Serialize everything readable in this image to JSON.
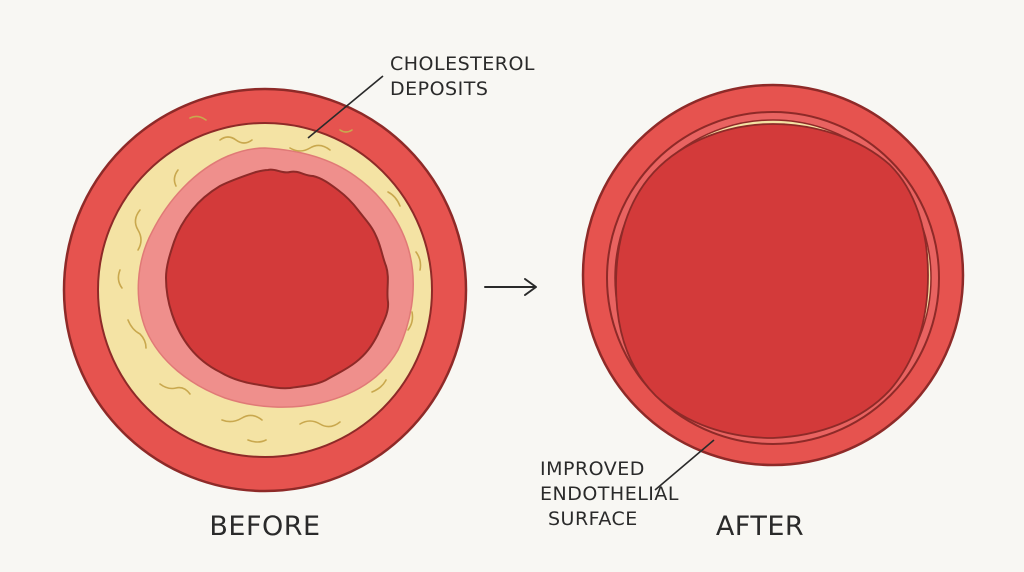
{
  "labels": {
    "cholesterol_line1": "CHOLESTEROL",
    "cholesterol_line2": "DEPOSITS",
    "improved_line1": "IMPROVED",
    "improved_line2": "ENDOTHELIAL",
    "improved_line3": "SURFACE",
    "before": "BEFORE",
    "after": "AFTER"
  },
  "colors": {
    "vessel_wall": "#e6534f",
    "wall_outline": "#8e2a28",
    "plaque": "#f4e3a4",
    "inflamed": "#ef8f8c",
    "lumen": "#d33a3a",
    "background": "#f8f7f3"
  },
  "icons": {
    "transition": "arrow-right-icon"
  }
}
